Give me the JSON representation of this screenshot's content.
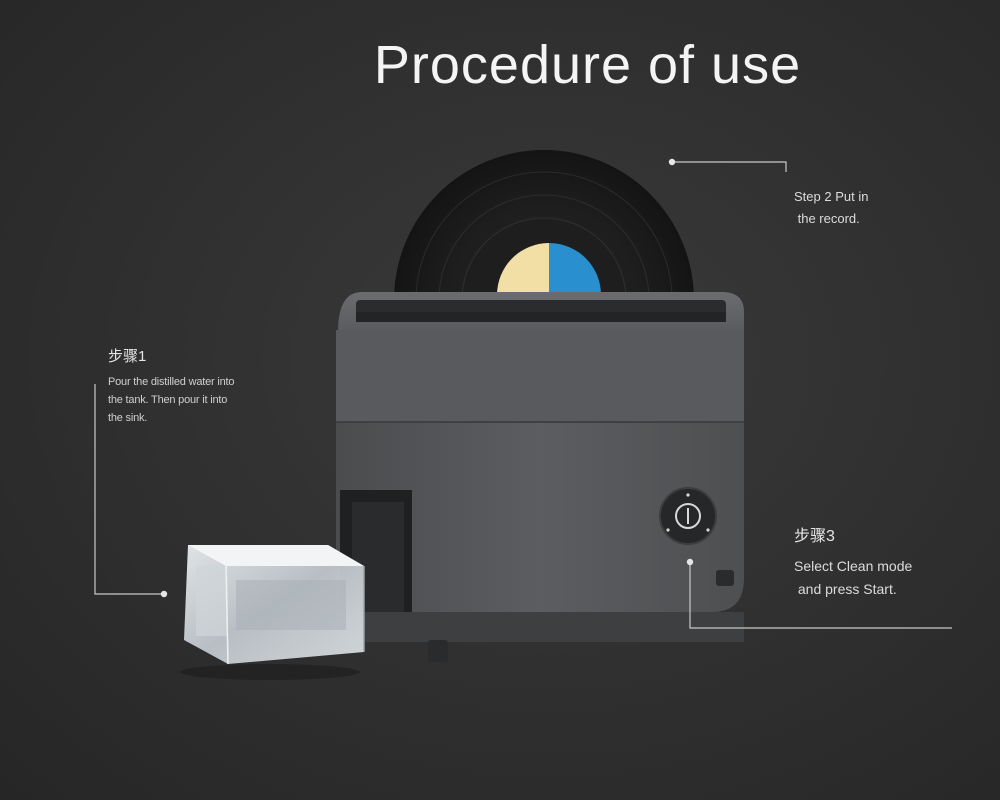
{
  "title": "Procedure of use",
  "steps": {
    "step1": {
      "heading": "步骤1",
      "lines": [
        "Pour the distilled water into",
        "the tank. Then pour it into",
        "the sink."
      ]
    },
    "step2": {
      "lines": [
        "Step 2 Put in",
        " the record."
      ]
    },
    "step3": {
      "heading": "步骤3",
      "lines": [
        "Select Clean mode",
        " and press Start."
      ]
    }
  },
  "colors": {
    "background": "#2f2f2f",
    "device_body": "#545658",
    "label_blue": "#2a8fcf",
    "label_cream": "#f1dfa6",
    "label_orange": "#f0712b",
    "label_yellow": "#f6c21a"
  },
  "icons": [
    "power-button-icon",
    "vinyl-record",
    "water-tank"
  ]
}
